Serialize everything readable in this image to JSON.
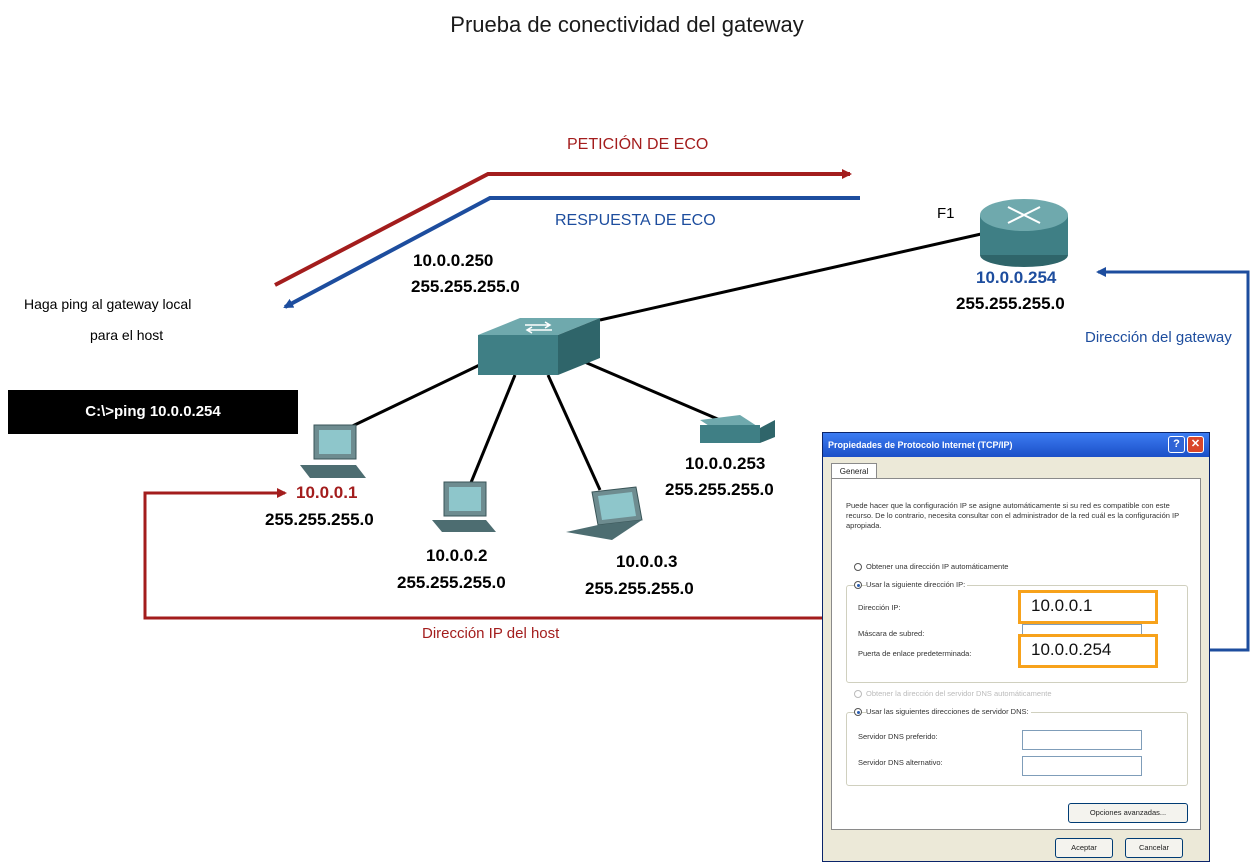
{
  "title": "Prueba de conectividad del gateway",
  "arrows": {
    "request": "PETICIÓN DE ECO",
    "reply": "RESPUESTA DE ECO"
  },
  "ping_instruction": {
    "line1": "Haga ping al gateway local",
    "line2": "para el host"
  },
  "command": "C:\\>ping 10.0.0.254",
  "switch": {
    "ip": "10.0.0.250",
    "mask": "255.255.255.0"
  },
  "router": {
    "port": "F1",
    "ip": "10.0.0.254",
    "mask": "255.255.255.0"
  },
  "gateway_label": "Dirección del gateway",
  "host_ip_label": "Dirección IP del host",
  "hosts": [
    {
      "ip": "10.0.0.1",
      "mask": "255.255.255.0"
    },
    {
      "ip": "10.0.0.2",
      "mask": "255.255.255.0"
    },
    {
      "ip": "10.0.0.3",
      "mask": "255.255.255.0"
    },
    {
      "ip": "10.0.0.253",
      "mask": "255.255.255.0"
    }
  ],
  "dialog": {
    "title": "Propiedades de Protocolo Internet (TCP/IP)",
    "tab": "General",
    "description": "Puede hacer que la configuración IP se asigne automáticamente si su red es compatible con este recurso. De lo contrario, necesita consultar con el administrador de la red cuál es la configuración IP apropiada.",
    "radio_auto_ip": "Obtener una dirección IP automáticamente",
    "radio_manual_ip": "Usar la siguiente dirección IP:",
    "label_ip": "Dirección IP:",
    "label_mask": "Máscara de subred:",
    "label_gateway": "Puerta de enlace predeterminada:",
    "value_ip": "10.0.0.1",
    "value_gateway": "10.0.0.254",
    "radio_auto_dns": "Obtener la dirección del servidor DNS automáticamente",
    "radio_manual_dns": "Usar las siguientes direcciones de servidor DNS:",
    "label_dns_pref": "Servidor DNS preferido:",
    "label_dns_alt": "Servidor DNS alternativo:",
    "button_advanced": "Opciones avanzadas...",
    "button_ok": "Aceptar",
    "button_cancel": "Cancelar"
  },
  "colors": {
    "red": "#a31d1d",
    "blue": "#1d4d9e",
    "highlight": "#f7a21b",
    "device": "#4a8a8f"
  }
}
